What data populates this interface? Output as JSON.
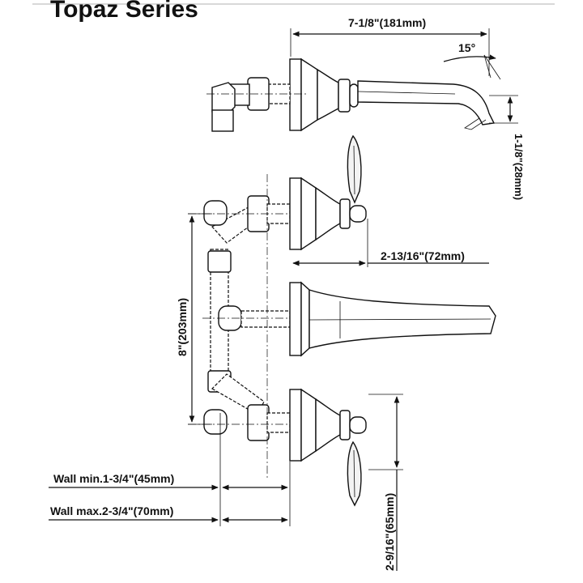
{
  "title": "Topaz  Series",
  "dimensions": {
    "spout_length": "7-1/8\"(181mm)",
    "spout_angle": "15°",
    "spout_drop": "1-1/8\"(28mm)",
    "handle_projection": "2-13/16\"(72mm)",
    "center_spacing": "8\"(203mm)",
    "wall_min": "Wall min.1-3/4\"(45mm)",
    "wall_max": "Wall max.2-3/4\"(70mm)",
    "handle_height": "2-9/16\"(65mm)"
  },
  "colors": {
    "line": "#111111",
    "background": "#ffffff",
    "top_rule": "#cccccc"
  }
}
